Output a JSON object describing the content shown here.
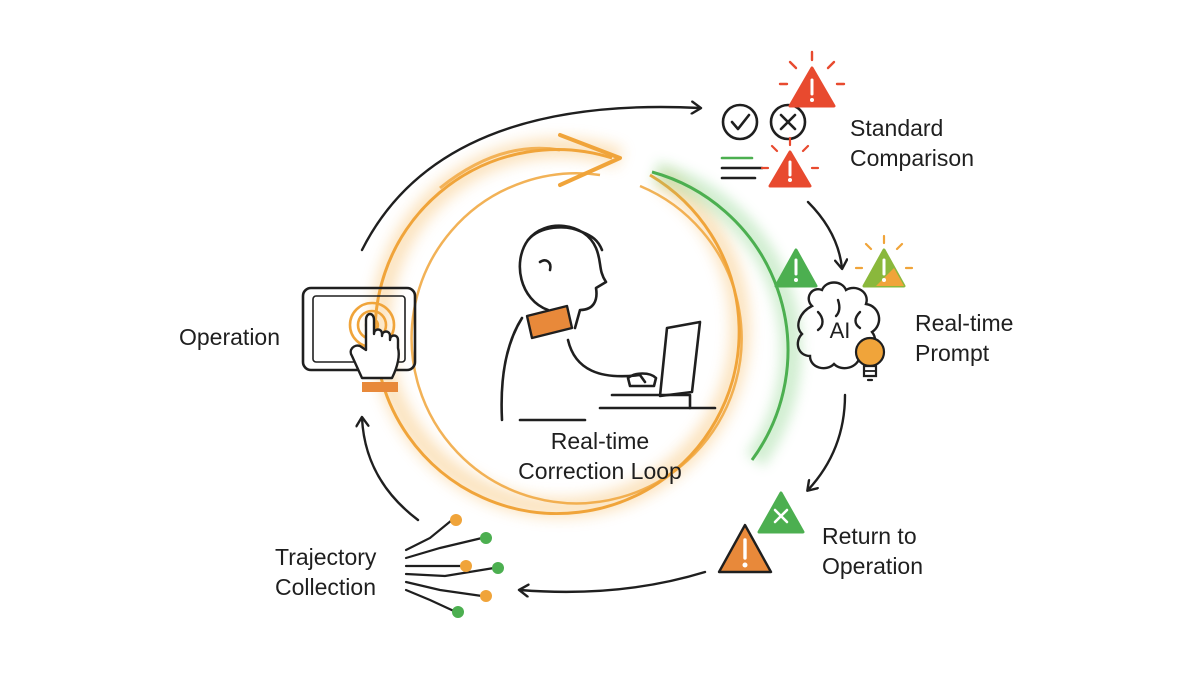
{
  "diagram": {
    "center": {
      "line1": "Real-time",
      "line2": "Correction Loop"
    },
    "steps": {
      "standard_comparison": {
        "line1": "Standard",
        "line2": "Comparison"
      },
      "realtime_prompt": {
        "line1": "Real-time",
        "line2": "Prompt",
        "brain_text": "AI"
      },
      "return_to_operation": {
        "line1": "Return to",
        "line2": "Operation"
      },
      "trajectory_collection": {
        "line1": "Trajectory",
        "line2": "Collection"
      },
      "operation": {
        "line1": "Operation"
      }
    },
    "colors": {
      "orange": "#f0a43a",
      "green": "#4caf50",
      "red": "#e84a2f",
      "ink": "#1f1f1f",
      "skin_collar": "#e8893a"
    }
  }
}
